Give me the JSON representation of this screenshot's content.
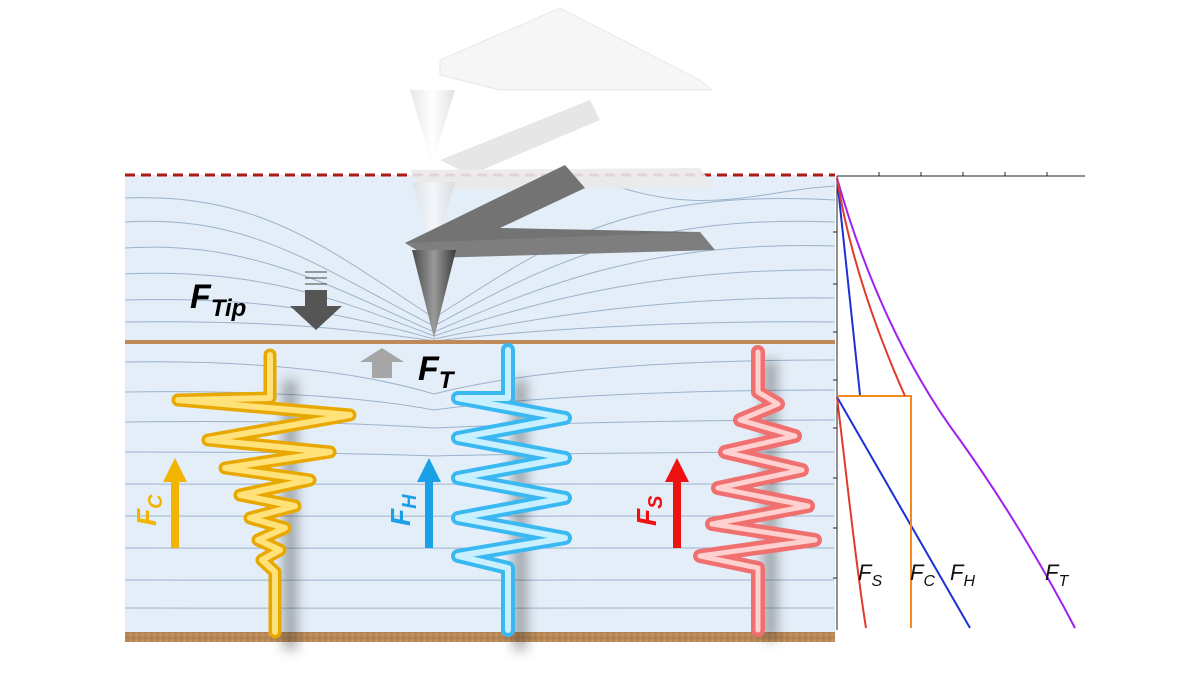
{
  "labels": {
    "f_tip_main": "F",
    "f_tip_sub": "Tip",
    "f_t_main": "F",
    "f_t_sub": "T",
    "f_c_main": "F",
    "f_c_sub": "C",
    "f_h_main": "F",
    "f_h_sub": "H",
    "f_s_main": "F",
    "f_s_sub": "S"
  },
  "plot_legend": {
    "fs": {
      "main": "F",
      "sub": "S"
    },
    "fc": {
      "main": "F",
      "sub": "C"
    },
    "fh": {
      "main": "F",
      "sub": "H"
    },
    "ft": {
      "main": "F",
      "sub": "T"
    }
  },
  "colors": {
    "layer_fill": "#e4eef8",
    "contour": "#9bb3cb",
    "boundary_top_dashed": "#b01818",
    "membrane": "#c0895a",
    "substrate": "#b88755",
    "spring_c": "#f5c32a",
    "spring_h": "#38b6f0",
    "spring_s": "#f06464",
    "arrow_c": "#f3b400",
    "arrow_h": "#1aa0e6",
    "arrow_s": "#ee1111",
    "curve_fs": "#e03a2a",
    "curve_fc": "#f08a1c",
    "curve_fh": "#1e2fd6",
    "curve_ft": "#a020f0",
    "tip_shadow_arrow": "#555555",
    "tip_gray_arrow": "#a6a6a6"
  },
  "icons": [
    "afm-cantilever-icon",
    "down-arrow-icon",
    "up-arrow-icon",
    "spring-icon"
  ]
}
